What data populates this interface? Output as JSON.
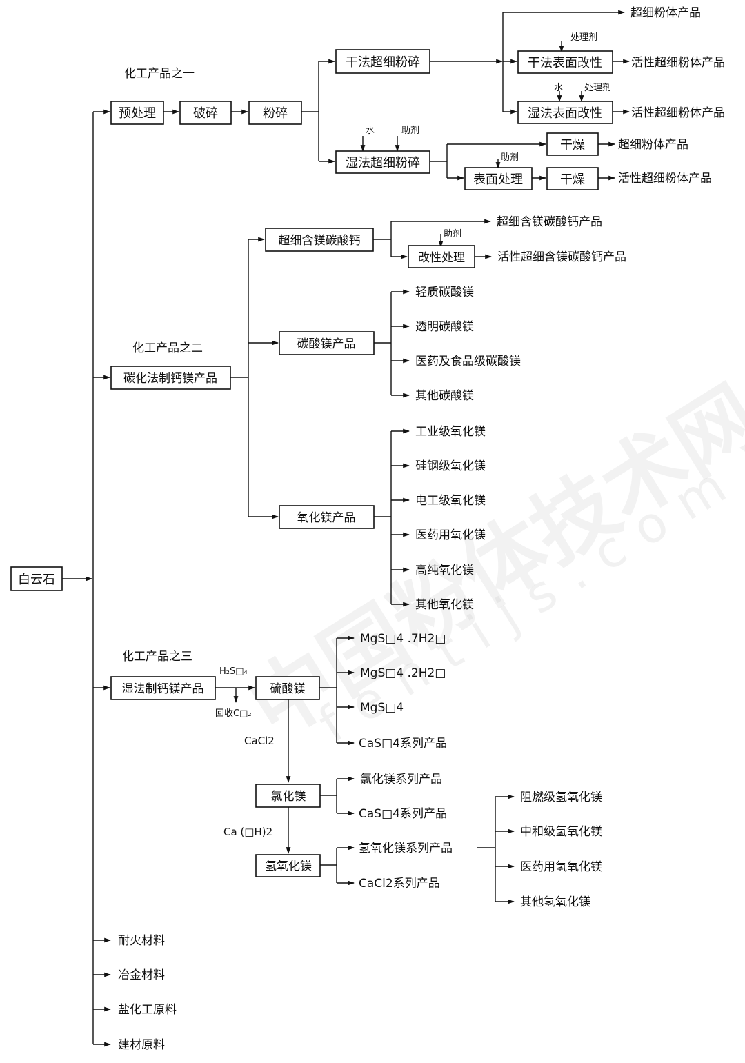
{
  "root": "白云石",
  "headings": {
    "h1": "化工产品之一",
    "h2": "化工产品之二",
    "h3": "化工产品之三"
  },
  "s1": {
    "pretreat": "预处理",
    "crush": "破碎",
    "grind": "粉碎",
    "dry_grind": "干法超细粉碎",
    "dry_out1": "超细粉体产品",
    "agent1": "处理剂",
    "dry_surface": "干法表面改性",
    "dry_out2": "活性超细粉体产品",
    "water1": "水",
    "agent2": "处理剂",
    "wet_surface": "湿法表面改性",
    "wet_out1": "活性超细粉体产品",
    "water2": "水",
    "aid1": "助剂",
    "wet_grind": "湿法超细粉碎",
    "dry_a": "干燥",
    "dry_a_out": "超细粉体产品",
    "aid2": "助剂",
    "surface_treat": "表面处理",
    "dry_b": "干燥",
    "dry_b_out": "活性超细粉体产品"
  },
  "s2": {
    "carbon": "碳化法制钙镁产品",
    "ultra": "超细含镁碳酸钙",
    "ultra_out": "超细含镁碳酸钙产品",
    "aid": "助剂",
    "modify": "改性处理",
    "modify_out": "活性超细含镁碳酸钙产品",
    "mgco3": "碳酸镁产品",
    "mgco3_items": [
      "轻质碳酸镁",
      "透明碳酸镁",
      "医药及食品级碳酸镁",
      "其他碳酸镁"
    ],
    "mgo": "氧化镁产品",
    "mgo_items": [
      "工业级氧化镁",
      "硅钢级氧化镁",
      "电工级氧化镁",
      "医药用氧化镁",
      "高纯氧化镁",
      "其他氧化镁"
    ]
  },
  "s3": {
    "wet": "湿法制钙镁产品",
    "h2so4": "H₂S□₄",
    "co2": "回收C□₂",
    "mgso4": "硫酸镁",
    "mgso4_items": [
      "MgS□4 .7H2□",
      "MgS□4 .2H2□",
      "MgS□4",
      "CaS□4系列产品"
    ],
    "cacl2": "CaCl2",
    "mgcl2": "氯化镁",
    "mgcl2_items": [
      "氯化镁系列产品",
      "CaS□4系列产品"
    ],
    "caoh": "Ca (□H)2",
    "mgoh": "氢氧化镁",
    "mgoh_items": [
      "氢氧化镁系列产品",
      "CaCl2系列产品"
    ],
    "mgoh_sub": [
      "阻燃级氢氧化镁",
      "中和级氢氧化镁",
      "医药用氢氧化镁",
      "其他氢氧化镁"
    ]
  },
  "others": [
    "耐火材料",
    "冶金材料",
    "盐化工原料",
    "建材原料"
  ],
  "watermark": {
    "cn": "中国粉体技术网",
    "en": "fentijs.com"
  }
}
